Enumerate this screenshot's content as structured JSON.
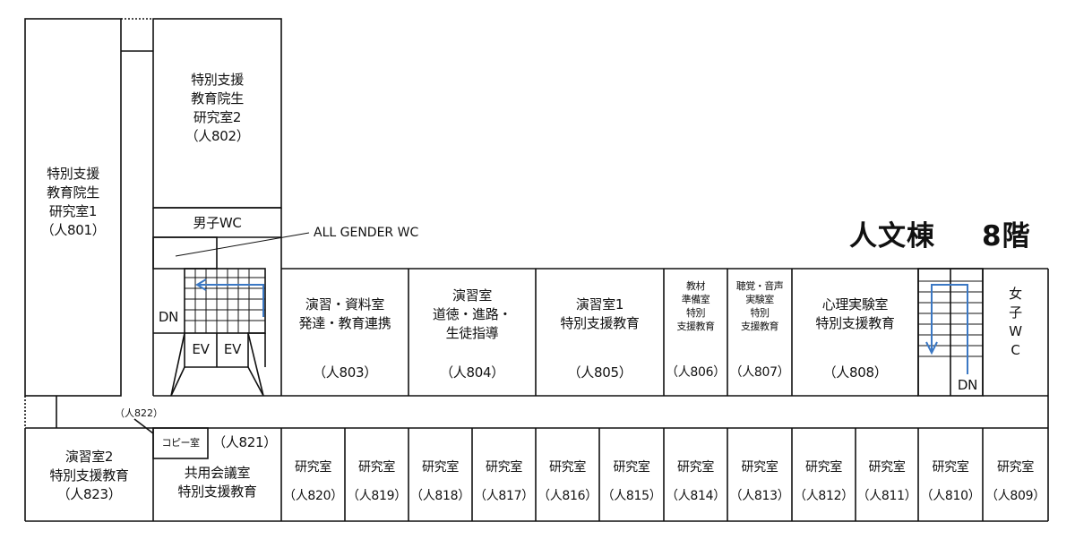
{
  "title": {
    "building": "人文棟",
    "floor": "8階"
  },
  "rooms": {
    "r801": {
      "lines": [
        "特別支援",
        "教育院生",
        "研究室1"
      ],
      "code": "（人801）"
    },
    "r802": {
      "lines": [
        "特別支援",
        "教育院生",
        "研究室2"
      ],
      "code": "（人802）"
    },
    "r803": {
      "lines": [
        "演習・資料室",
        "発達・教育連携"
      ],
      "code": "（人803）"
    },
    "r804": {
      "lines": [
        "演習室",
        "道徳・進路・",
        "生徒指導"
      ],
      "code": "（人804）"
    },
    "r805": {
      "lines": [
        "演習室1",
        "特別支援教育"
      ],
      "code": "（人805）"
    },
    "r806": {
      "lines": [
        "教材",
        "準備室",
        "特別",
        "支援教育"
      ],
      "code": "（人806）"
    },
    "r807": {
      "lines": [
        "聴覚・音声",
        "実験室",
        "特別",
        "支援教育"
      ],
      "code": "（人807）"
    },
    "r808": {
      "lines": [
        "心理実験室",
        "特別支援教育"
      ],
      "code": "（人808）"
    },
    "r821": {
      "lines": [
        "共用会議室",
        "特別支援教育"
      ],
      "code": "（人821）"
    },
    "r822": {
      "lines": [
        "コピー室"
      ],
      "code": "（人822）"
    },
    "r823": {
      "lines": [
        "演習室2",
        "特別支援教育"
      ],
      "code": "（人823）"
    },
    "labs": [
      {
        "name": "研究室",
        "code": "（人820）"
      },
      {
        "name": "研究室",
        "code": "（人819）"
      },
      {
        "name": "研究室",
        "code": "（人818）"
      },
      {
        "name": "研究室",
        "code": "（人817）"
      },
      {
        "name": "研究室",
        "code": "（人816）"
      },
      {
        "name": "研究室",
        "code": "（人815）"
      },
      {
        "name": "研究室",
        "code": "（人814）"
      },
      {
        "name": "研究室",
        "code": "（人813）"
      },
      {
        "name": "研究室",
        "code": "（人812）"
      },
      {
        "name": "研究室",
        "code": "（人811）"
      },
      {
        "name": "研究室",
        "code": "（人810）"
      },
      {
        "name": "研究室",
        "code": "（人809）"
      }
    ]
  },
  "facilities": {
    "mens_wc": "男子WC",
    "all_gender_wc": "ALL GENDER WC",
    "womens_wc": [
      "女",
      "子",
      "W",
      "C"
    ],
    "ev": [
      "EV",
      "EV"
    ],
    "stairs_down": "DN"
  },
  "colors": {
    "stair_arrow": "#3b78c4",
    "walls": "#111111"
  }
}
